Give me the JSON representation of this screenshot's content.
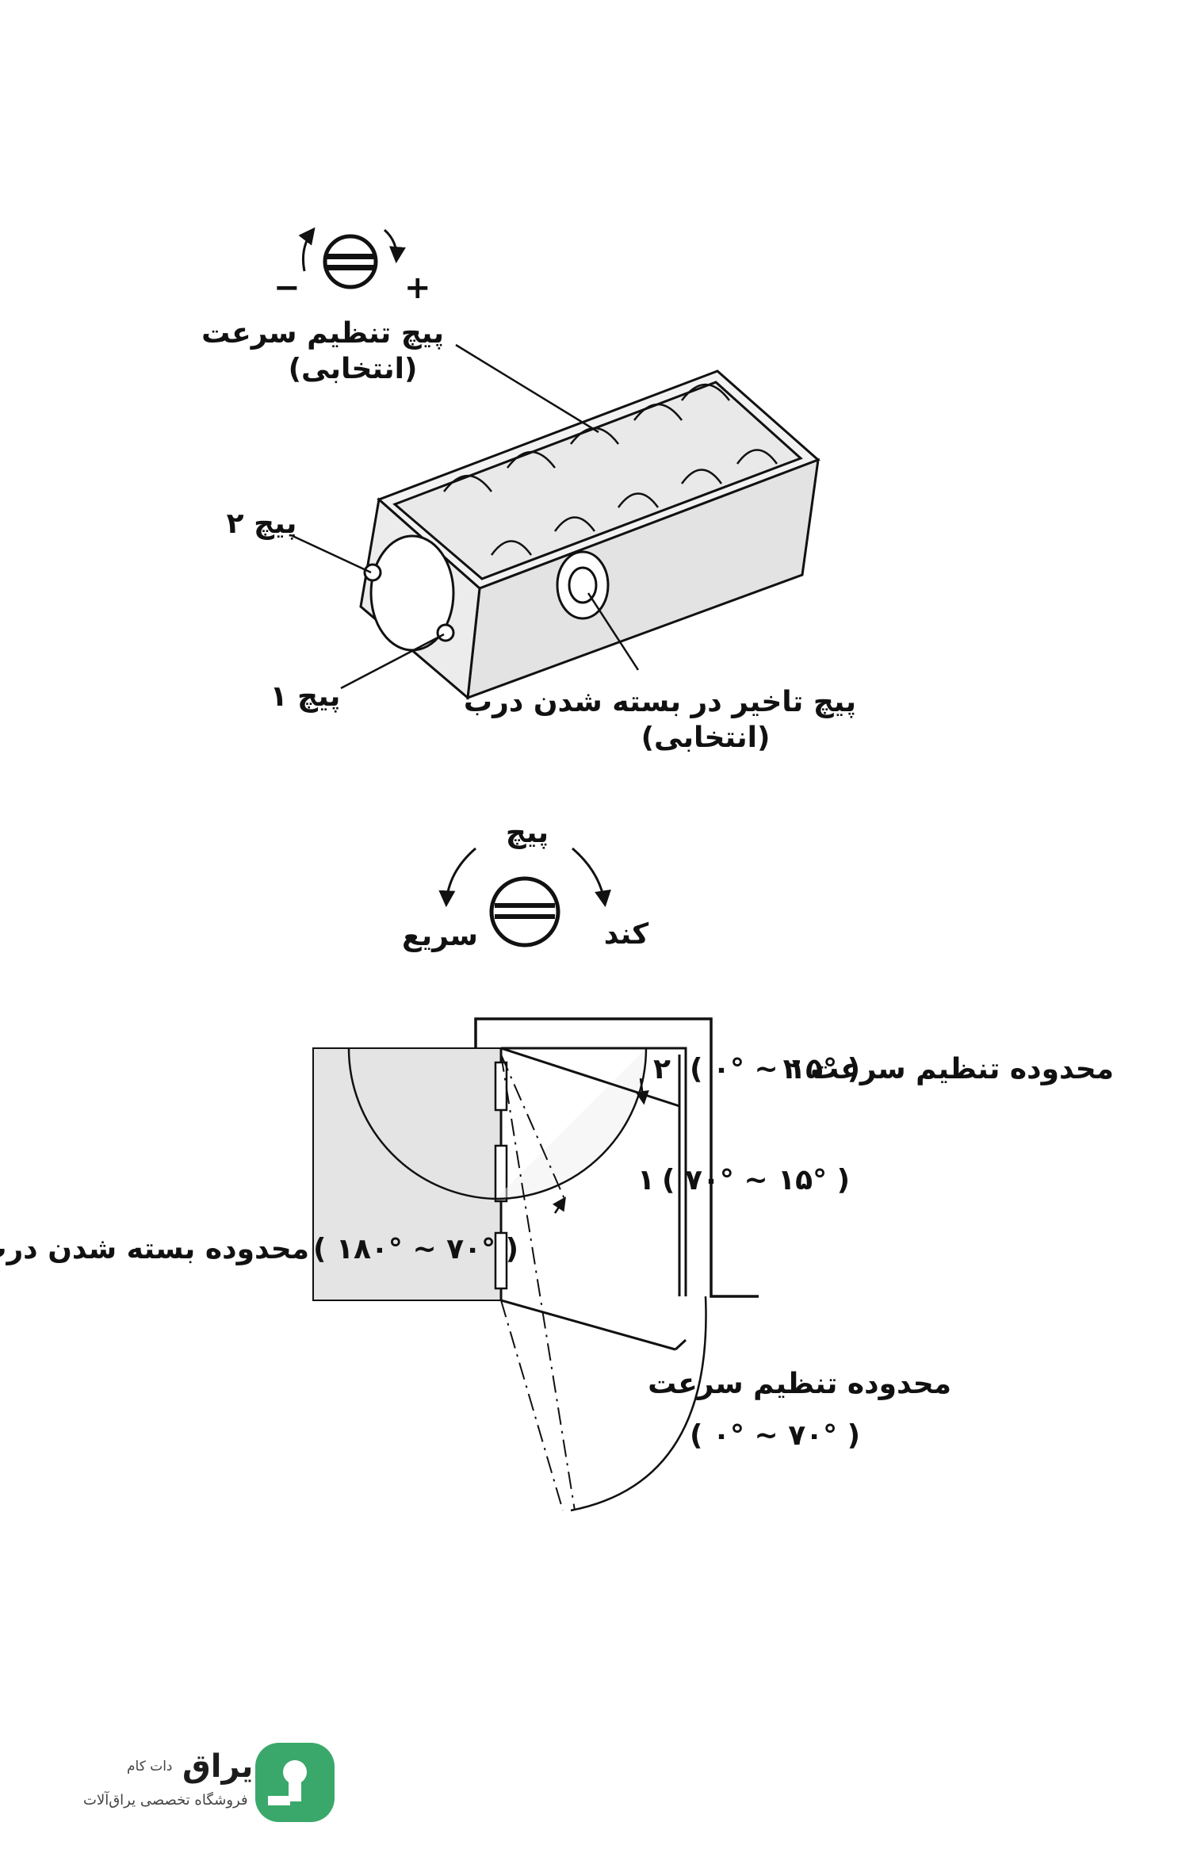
{
  "top_diagram": {
    "minus_sign": "−",
    "plus_sign": "+",
    "speed_screw_label": "پیچ تنظیم سرعت",
    "speed_screw_optional": "(انتخابی)",
    "screw2_label": "پیچ ۲",
    "screw1_label": "پیچ ۱",
    "delay_screw_label": "پیچ تاخیر در بسته شدن درب",
    "delay_screw_optional": "(انتخابی)"
  },
  "screw_legend": {
    "title": "پیچ",
    "fast_label": "سریع",
    "slow_label": "کند"
  },
  "door_diagram": {
    "range2_label": "محدوده تنظیم سرعت ۲",
    "range2_value": "( ۰° ~ ۱۵° )",
    "mark_2": "۲",
    "mark_1": "۱",
    "range1_value": "( ۷۰° ~ ۱۵° )",
    "closing_range_label": "محدوده بسته شدن درب",
    "closing_range_value": "( ۱۸۰° ~ ۷۰° )",
    "speed_range_label": "محدوده تنظیم سرعت",
    "speed_range_value": "( ۰° ~ ۷۰° )"
  },
  "logo": {
    "brand": "یراق",
    "suffix": "دات کام",
    "tagline": "فروشگاه تخصصی یراق‌آلات",
    "color": "#3aa86a"
  }
}
